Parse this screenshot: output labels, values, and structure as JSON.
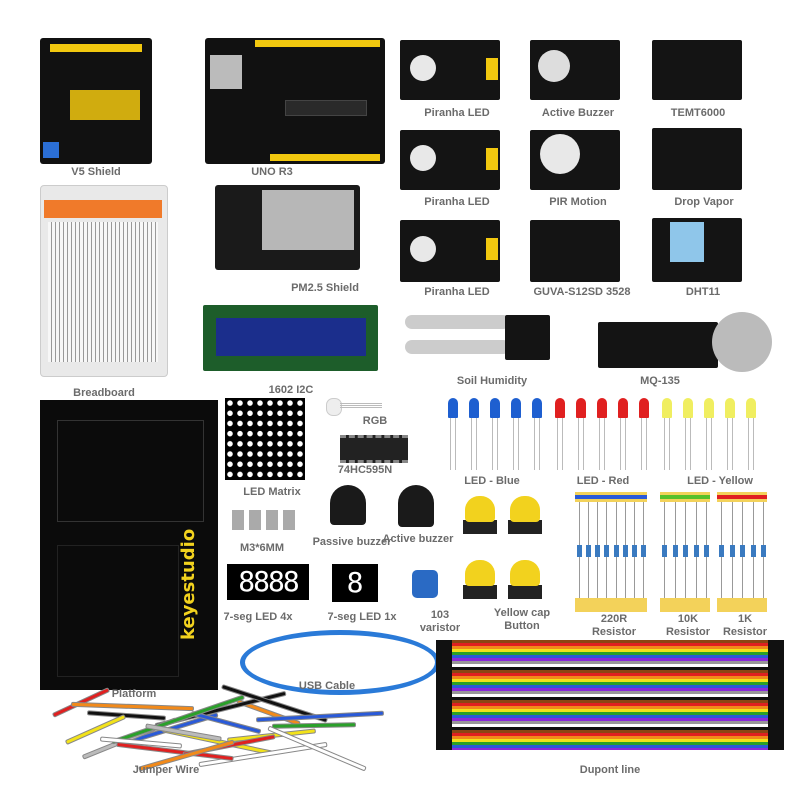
{
  "brand": "keyestudio",
  "labels": {
    "v5_shield": "V5 Shield",
    "uno_r3": "UNO R3",
    "piranha_led_1": "Piranha LED",
    "active_buzzer_module": "Active Buzzer",
    "temt6000": "TEMT6000",
    "piranha_led_2": "Piranha LED",
    "pir_motion": "PIR Motion",
    "drop_vapor": "Drop Vapor",
    "piranha_led_3": "Piranha LED",
    "guva": "GUVA-S12SD 3528",
    "dht11": "DHT11",
    "breadboard": "Breadboard",
    "pm25": "PM2.5 Shield",
    "lcd": "1602 I2C",
    "soil": "Soil Humidity",
    "mq135": "MQ-135",
    "platform": "Platform",
    "led_matrix": "LED Matrix",
    "rgb": "RGB",
    "ic": "74HC595N",
    "screw": "M3*6MM",
    "passive_buzzer": "Passive buzzer",
    "active_buzzer": "Active buzzer",
    "seg4": "7-seg LED 4x",
    "seg1": "7-seg LED 1x",
    "varistor": "103 varistor",
    "led_blue": "LED - Blue",
    "led_red": "LED - Red",
    "led_yellow": "LED - Yellow",
    "button": "Yellow  cap Button",
    "r220": "220R Resistor",
    "r10k": "10K Resistor",
    "r1k": "1K Resistor",
    "usb": "USB Cable",
    "jumper": "Jumper Wire",
    "dupont": "Dupont line"
  },
  "seg4_display": "8888",
  "colors": {
    "board": "#111111",
    "header": "#f2c80f",
    "blue_led": "#1e5fd0",
    "red_led": "#e02020",
    "yellow_led": "#f0ee60",
    "usb": "#2a7ad8"
  }
}
